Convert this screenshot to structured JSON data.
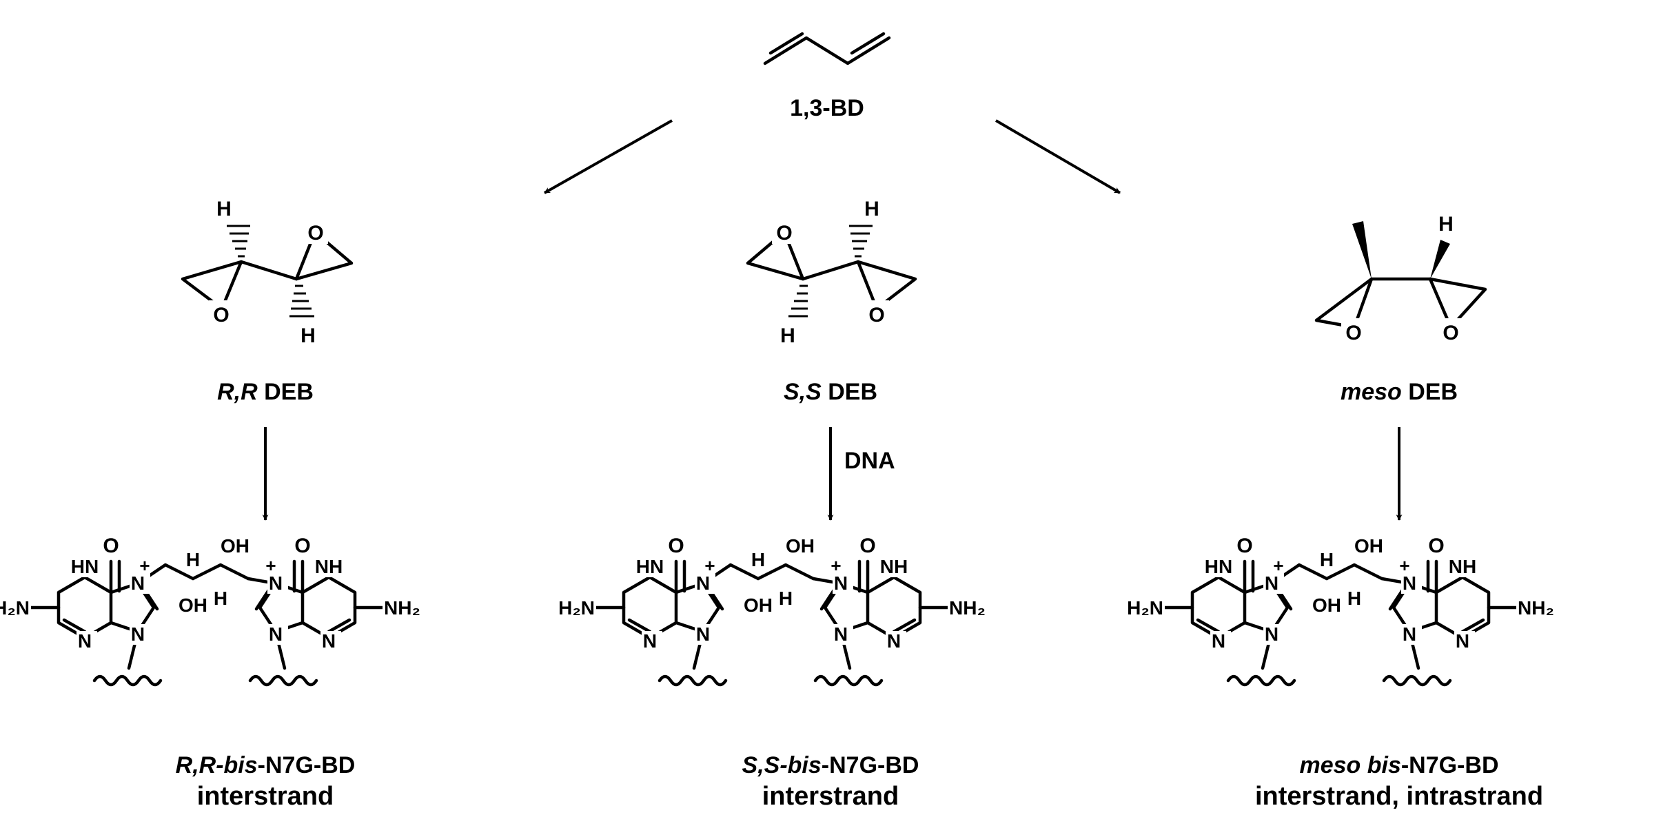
{
  "start": {
    "label": "1,3-BD"
  },
  "reagent": {
    "label": "DNA"
  },
  "columns": [
    {
      "id": "rr",
      "deb_prefix": "R,R",
      "deb_suffix": " DEB",
      "adduct_prefix": "R,R-bis",
      "adduct_suffix": "-N7G-BD",
      "crosslink": "interstrand"
    },
    {
      "id": "ss",
      "deb_prefix": "S,S",
      "deb_suffix": " DEB",
      "adduct_prefix": "S,S-bis",
      "adduct_suffix": "-N7G-BD",
      "crosslink": "interstrand"
    },
    {
      "id": "meso",
      "deb_prefix": "meso",
      "deb_suffix": " DEB",
      "adduct_prefix": "meso bis",
      "adduct_suffix": "-N7G-BD",
      "crosslink": "interstrand, intrastrand"
    }
  ],
  "atoms": {
    "H": "H",
    "O": "O",
    "OH": "OH",
    "HN": "HN",
    "NH": "NH",
    "N": "N",
    "H2N": "H₂N",
    "NH2": "NH₂",
    "plus": "+"
  }
}
